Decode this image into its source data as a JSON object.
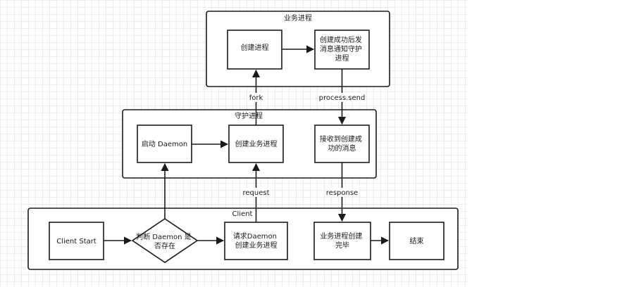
{
  "groups": {
    "business": "业务进程",
    "daemon": "守护进程",
    "client": "Client"
  },
  "nodes": {
    "create_process": [
      "创建进程"
    ],
    "notify_daemon": [
      "创建成功后发",
      "消息通知守护",
      "进程"
    ],
    "start_daemon": [
      "启动 Daemon"
    ],
    "create_business_process": [
      "创建业务进程"
    ],
    "receive_success": [
      "接收到创建成",
      "功的消息"
    ],
    "client_start": [
      "Client Start"
    ],
    "check_daemon": [
      "判断 Daemon 是",
      "否存在"
    ],
    "request_daemon": [
      "请求Daemon",
      "创建业务进程"
    ],
    "business_created": [
      "业务进程创建",
      "完毕"
    ],
    "end": [
      "结束"
    ]
  },
  "edges": {
    "fork": "fork",
    "process_send": "process.send",
    "request": "request",
    "response": "response"
  }
}
